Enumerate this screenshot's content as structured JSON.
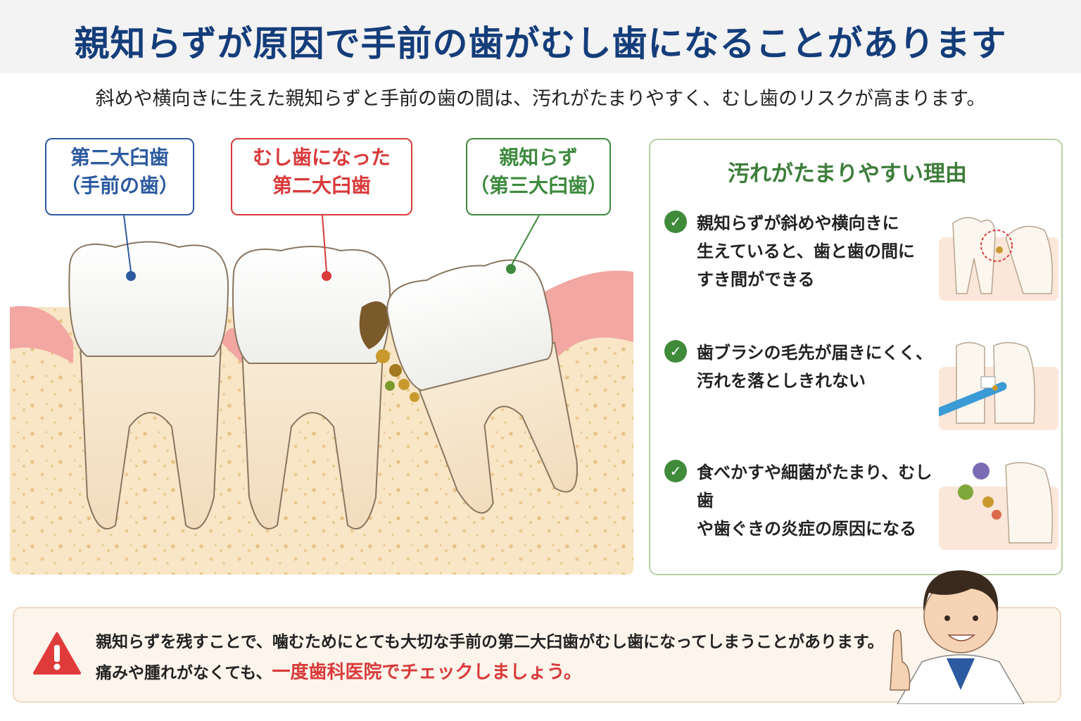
{
  "header": {
    "title": "親知らずが原因で手前の歯がむし歯になることがあります",
    "subtitle": "斜めや横向きに生えた親知らずと手前の歯の間は、汚れがたまりやすく、むし歯のリスクが高まります。"
  },
  "diagram": {
    "labels": {
      "second_molar": {
        "line1": "第二大臼歯",
        "line2": "（手前の歯）"
      },
      "decayed_molar": {
        "line1": "むし歯になった",
        "line2": "第二大臼歯"
      },
      "wisdom_tooth": {
        "line1": "親知らず",
        "line2": "（第三大臼歯）"
      }
    }
  },
  "reasons": {
    "title": "汚れがたまりやすい理由",
    "items": [
      {
        "line1": "親知らずが斜めや横向きに",
        "line2": "生えていると、歯と歯の間に",
        "line3": "すき間ができる"
      },
      {
        "line1": "歯ブラシの毛先が届きにくく、",
        "line2": "汚れを落としきれない",
        "line3": ""
      },
      {
        "line1": "食べかすや細菌がたまり、むし歯",
        "line2": "や歯ぐきの炎症の原因になる",
        "line3": ""
      }
    ]
  },
  "warning": {
    "line1": "親知らずを残すことで、噛むためにとても大切な手前の第二大臼歯がむし歯になってしまうことがあります。",
    "line2_prefix": "痛みや腫れがなくても、",
    "line2_emphasis": "一度歯科医院でチェックしましょう。"
  },
  "colors": {
    "title": "#143d7a",
    "blue": "#2c5aa0",
    "red": "#d93a3a",
    "green": "#3d8a3d",
    "gum": "#f4a8a8",
    "bone": "#f6e4c4"
  }
}
